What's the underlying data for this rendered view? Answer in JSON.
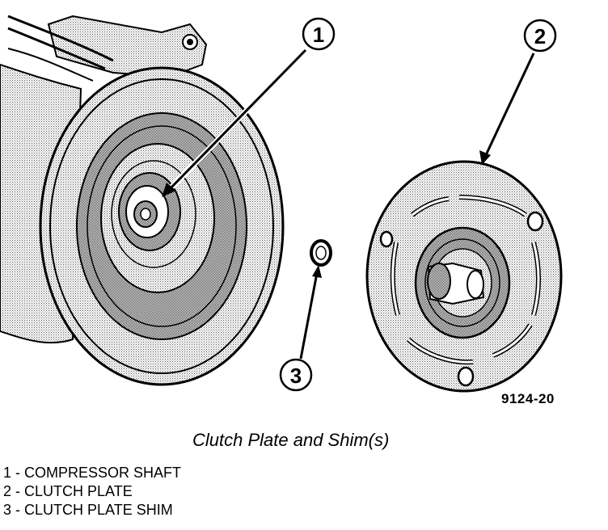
{
  "figure": {
    "callouts": [
      {
        "number": "1"
      },
      {
        "number": "2"
      },
      {
        "number": "3"
      }
    ],
    "figure_id": "9124-20"
  },
  "caption": "Clutch Plate and Shim(s)",
  "legend": [
    {
      "text": "1 - COMPRESSOR SHAFT"
    },
    {
      "text": "2 - CLUTCH PLATE"
    },
    {
      "text": "3 - CLUTCH PLATE SHIM"
    }
  ]
}
